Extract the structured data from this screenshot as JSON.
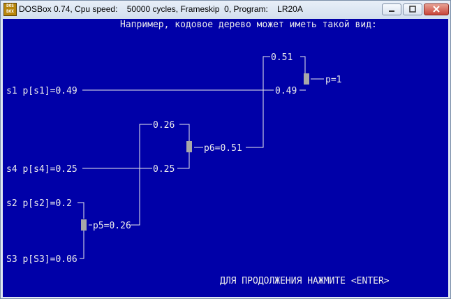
{
  "window": {
    "title": "DOSBox 0.74, Cpu speed:    50000 cycles, Frameskip  0, Program:    LR20A"
  },
  "screen": {
    "heading": "Например, кодовое дерево может иметь такой вид:",
    "footer": "ДЛЯ ПРОДОЛЖЕНИЯ НАЖМИТЕ <ENTER>",
    "leaves": {
      "s1": "s1 p[s1]=0.49",
      "s4": "s4 p[s4]=0.25",
      "s2": "s2 p[s2]=0.2",
      "s3": "S3 p[S3]=0.06"
    },
    "edges": {
      "top_051": "0.51",
      "top_049": "0.49",
      "mid_026": "0.26",
      "mid_025": "0.25"
    },
    "nodes": {
      "root": "p=1",
      "p6": "p6=0.51",
      "p5": "p5=0.26"
    },
    "colors": {
      "background": "#0000a8",
      "foreground": "#ececec",
      "node": "#a8a8a8"
    }
  }
}
